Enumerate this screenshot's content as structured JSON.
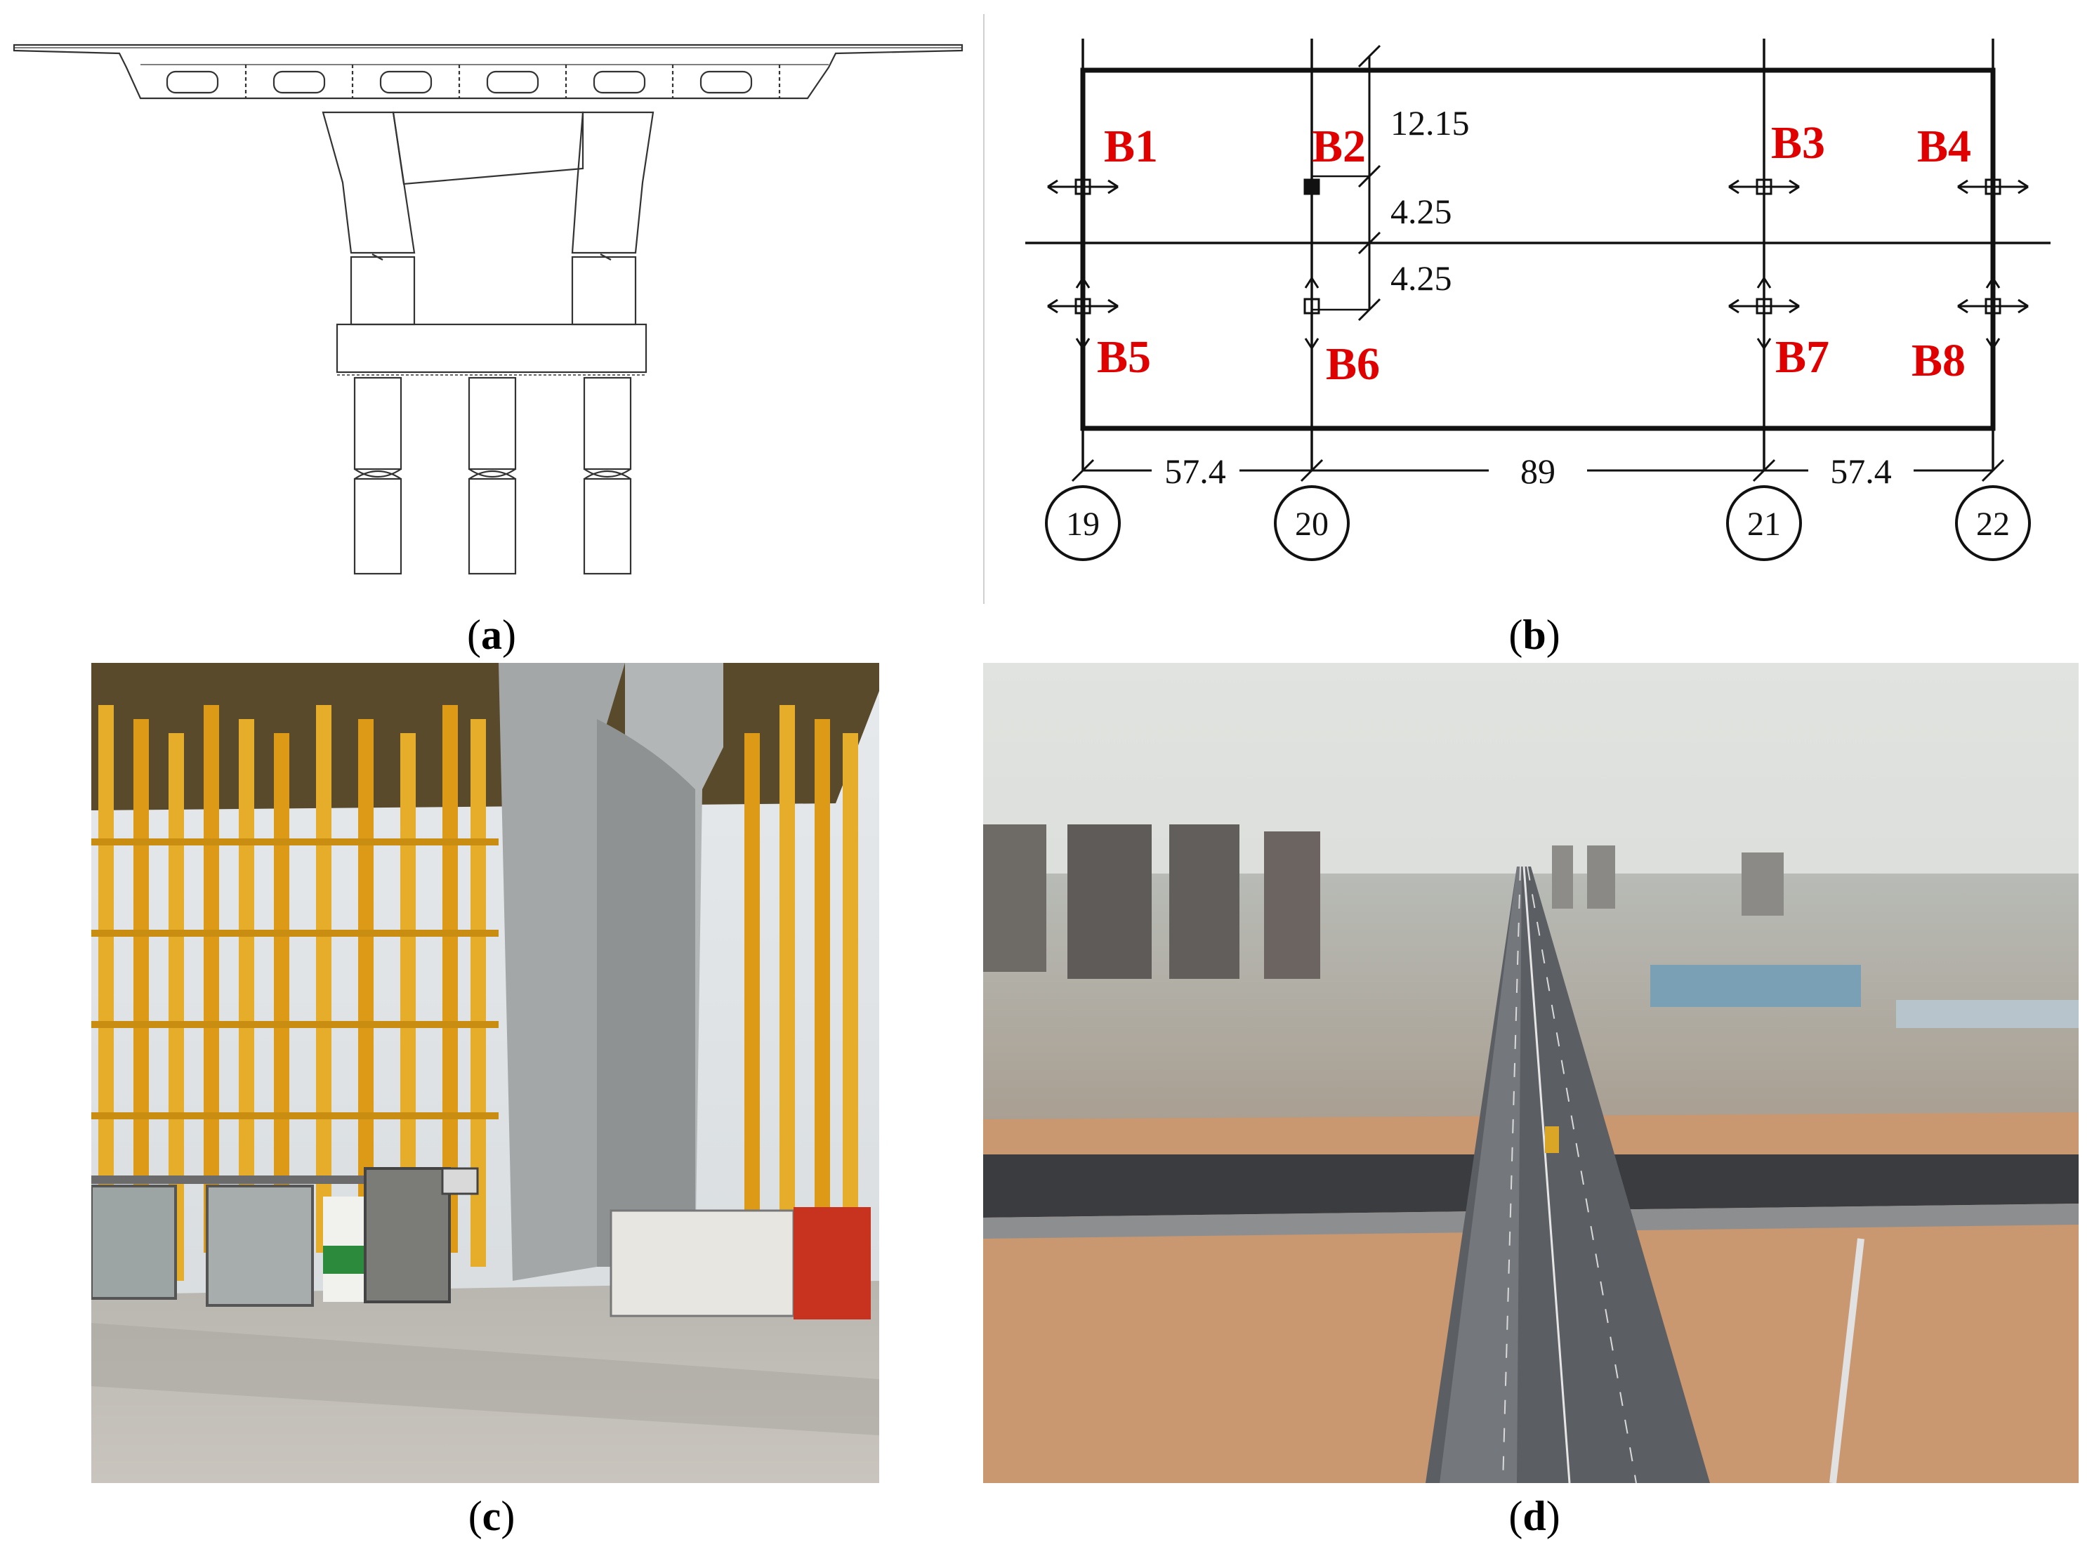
{
  "captions": {
    "a": "a",
    "b": "b",
    "c": "c",
    "d": "d"
  },
  "bearings": {
    "b1": "B1",
    "b2": "B2",
    "b3": "B3",
    "b4": "B4",
    "b5": "B5",
    "b6": "B6",
    "b7": "B7",
    "b8": "B8"
  },
  "dimensions": {
    "vertical_top": "12.15",
    "vertical_mid": "4.25",
    "vertical_bottom": "4.25",
    "span_1": "57.4",
    "span_2": "89",
    "span_3": "57.4"
  },
  "axes": {
    "ax19": "19",
    "ax20": "20",
    "ax21": "21",
    "ax22": "22"
  },
  "colors": {
    "bearing_label": "#e00000",
    "line": "#111111",
    "steel_yellow": "#e3a21a",
    "concrete": "#a9acad",
    "sky": "#dfe1de",
    "soil": "#c98d5c"
  }
}
